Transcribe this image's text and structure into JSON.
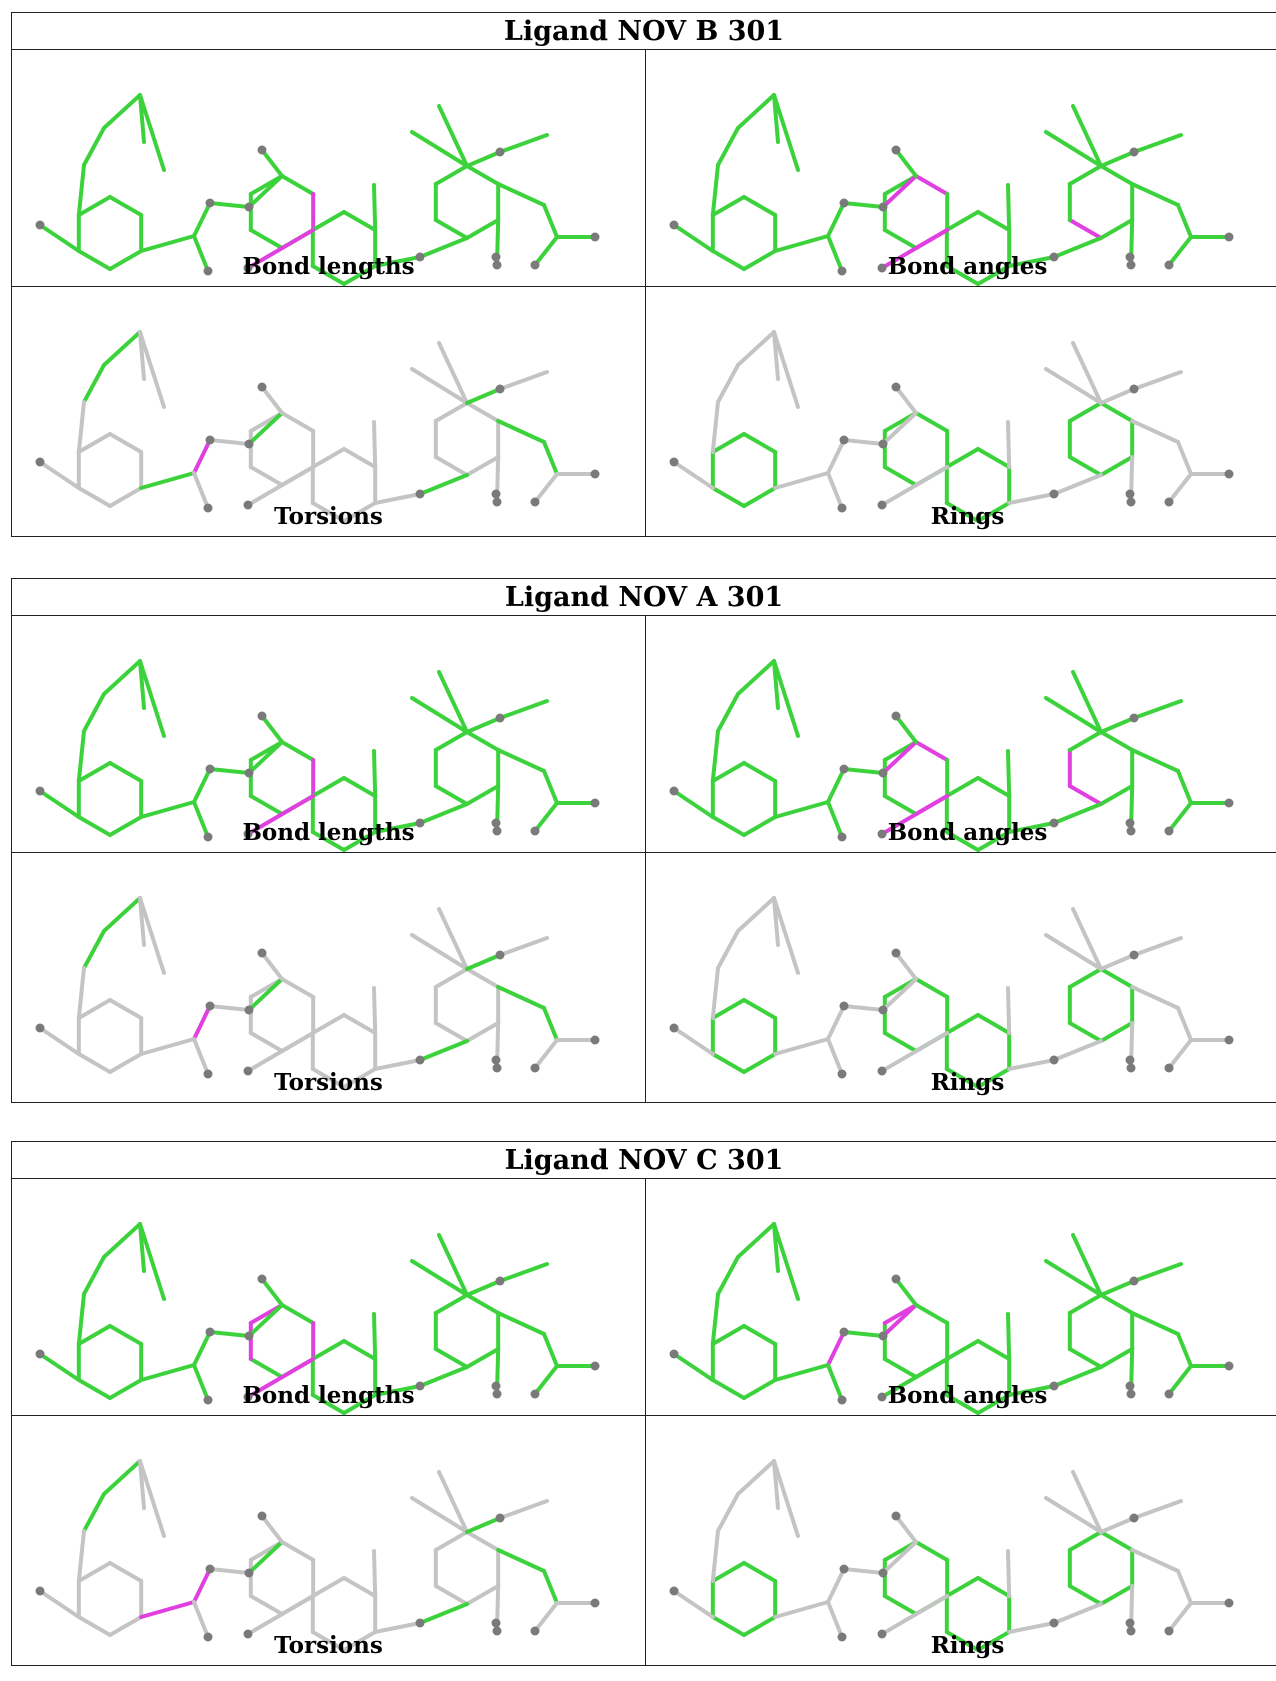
{
  "colors": {
    "ok": "#3cd23c",
    "outlier": "#e040e0",
    "neutral": "#c4c4c4",
    "atom": "#7a7a7a",
    "border": "#222222"
  },
  "ligands": [
    {
      "title": "Ligand NOV B 301",
      "panels": [
        {
          "caption": "Bond lengths",
          "mode": "all",
          "pink": [
            "A7-R2a1",
            "R2a2-R2a3",
            "R2a3-A9"
          ],
          "gray": []
        },
        {
          "caption": "Bond angles",
          "mode": "all",
          "pink": [
            "A8-R2a1",
            "R2a1-R2a2",
            "R2a3-R2a4",
            "R2a3-A9",
            "R3a4-A14",
            "R3a4-R3a5"
          ],
          "gray": []
        },
        {
          "caption": "Torsions",
          "mode": "torsions",
          "pink": [
            "A7-A6"
          ],
          "green": [
            "A1-A2",
            "A2-A3",
            "A6-R1a3",
            "A8-R2a1",
            "R2b2-A12",
            "A12-R3a4",
            "R3a1-A15",
            "R3a2-A16",
            "A16-A17"
          ]
        },
        {
          "caption": "Rings",
          "mode": "rings",
          "pink": [],
          "green": [
            "R1",
            "R2a",
            "R2b",
            "R3"
          ]
        }
      ]
    },
    {
      "title": "Ligand NOV A 301",
      "panels": [
        {
          "caption": "Bond lengths",
          "mode": "all",
          "pink": [
            "A7-R2a1",
            "R2a2-R2a3",
            "R2a3-A9"
          ],
          "gray": []
        },
        {
          "caption": "Bond angles",
          "mode": "all",
          "pink": [
            "A8-R2a1",
            "R2a1-R2a2",
            "R2a3-R2a4",
            "R2a3-A9",
            "R3a4-A14",
            "R3a4-R3a5",
            "R3a5-R3a6",
            "R3a6-A13"
          ],
          "gray": []
        },
        {
          "caption": "Torsions",
          "mode": "torsions",
          "pink": [
            "A7-A6"
          ],
          "green": [
            "A1-A2",
            "A2-A3",
            "A8-R2a1",
            "R2b2-A12",
            "A12-R3a4",
            "R3a1-A15",
            "R3a2-A16",
            "A16-A17"
          ]
        },
        {
          "caption": "Rings",
          "mode": "rings",
          "pink": [],
          "green": [
            "R1",
            "R2a",
            "R2b",
            "R3"
          ]
        }
      ]
    },
    {
      "title": "Ligand NOV C 301",
      "panels": [
        {
          "caption": "Bond lengths",
          "mode": "all",
          "pink": [
            "R2a1-R2a6",
            "R2a2-R2a3",
            "R2a3-A9",
            "R2a5-R2a6"
          ],
          "gray": []
        },
        {
          "caption": "Bond angles",
          "mode": "all",
          "pink": [
            "A7-A6",
            "A6-A8",
            "A8-R2a1",
            "R2a1-R2a6"
          ],
          "gray": []
        },
        {
          "caption": "Torsions",
          "mode": "torsions",
          "pink": [
            "A7-A6",
            "A6-R1a3"
          ],
          "green": [
            "A1-A2",
            "A2-A3",
            "A8-R2a1",
            "R2b2-A12",
            "A12-R3a4",
            "R3a1-A15",
            "R3a2-A16",
            "A16-A17"
          ]
        },
        {
          "caption": "Rings",
          "mode": "rings",
          "pink": [],
          "green": [
            "R1",
            "R2a",
            "R2b",
            "R3"
          ]
        }
      ]
    }
  ]
}
